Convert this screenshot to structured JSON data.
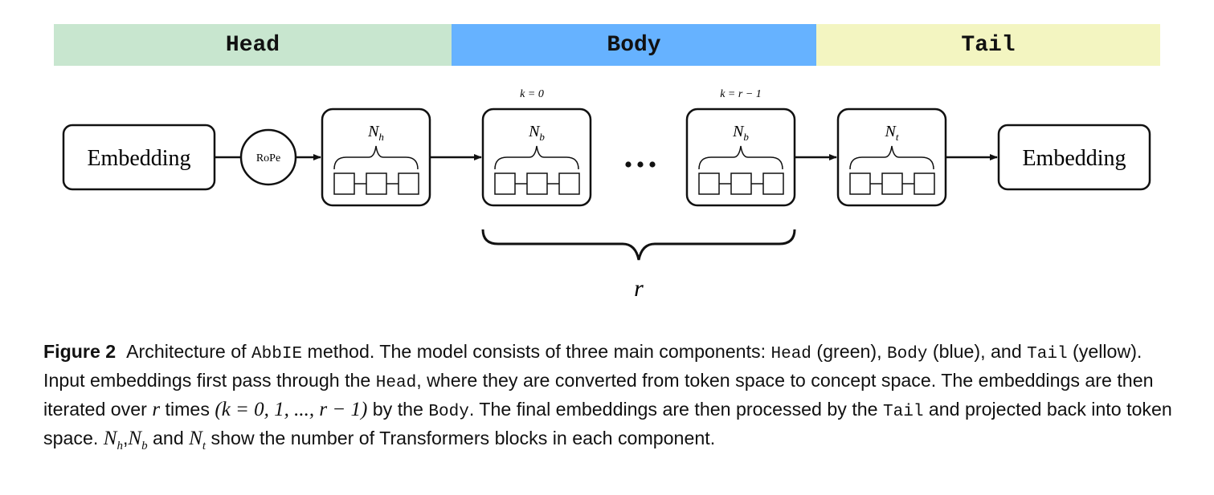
{
  "bands": {
    "head": {
      "label": "Head",
      "color": "#c8e6cf"
    },
    "body": {
      "label": "Body",
      "color": "#66b2ff"
    },
    "tail": {
      "label": "Tail",
      "color": "#f3f5c1"
    }
  },
  "diagram": {
    "input_embedding": "Embedding",
    "rope": "RoPe",
    "head_block": {
      "n": "N",
      "sub": "h"
    },
    "body_first": {
      "k": "k = 0",
      "n": "N",
      "sub": "b"
    },
    "ellipsis": "•••",
    "body_last": {
      "k": "k = r − 1",
      "n": "N",
      "sub": "b"
    },
    "tail_block": {
      "n": "N",
      "sub": "t"
    },
    "output_embedding": "Embedding",
    "repeat_label": "r"
  },
  "caption": {
    "figure_label": "Figure 2",
    "t1": "Architecture of ",
    "method": "AbbIE",
    "t2": " method. The model consists of three main components: ",
    "head": "Head",
    "t3": " (green), ",
    "body": "Body",
    "t4": " (blue), and ",
    "tail": "Tail",
    "t5": " (yellow). Input embeddings first pass through the ",
    "head2": "Head",
    "t6": ", where they are converted from token space to concept space. The embeddings are then iterated over ",
    "r": "r",
    "t7": " times ",
    "kexpr": "(k = 0, 1, ..., r − 1)",
    "t8": " by the ",
    "body2": "Body",
    "t9": ". The final embeddings are then processed by the ",
    "tail2": "Tail",
    "t10": " and projected back into token space. ",
    "nh": "N",
    "nh_sub": "h",
    "comma": ",",
    "nb": "N",
    "nb_sub": "b",
    "and": " and ",
    "nt": "N",
    "nt_sub": "t",
    "t11": " show the number of Transformers blocks in each component."
  }
}
